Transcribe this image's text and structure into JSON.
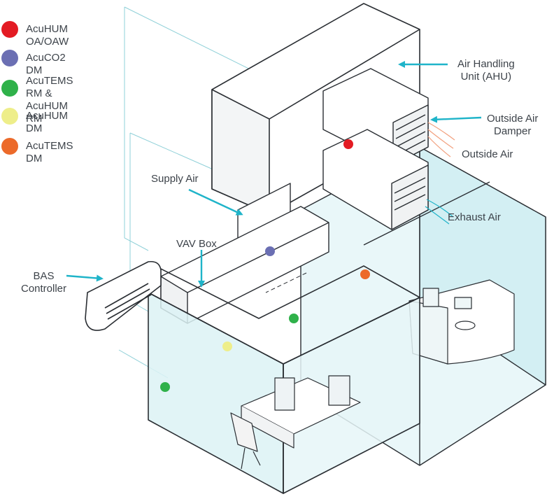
{
  "legend": [
    {
      "label": "AcuHUM OA/OAW",
      "color": "#e31b23"
    },
    {
      "label": "AcuCO2 DM",
      "color": "#6b6fb3"
    },
    {
      "label": "AcuTEMS RM &\nAcuHUM RM",
      "color": "#2fb14a"
    },
    {
      "label": "AcuHUM DM",
      "color": "#eeee8a"
    },
    {
      "label": "AcuTEMS DM",
      "color": "#ec6a2a"
    }
  ],
  "labels": {
    "ahu": "Air Handling\nUnit (AHU)",
    "outside_air_damper": "Outside Air\nDamper",
    "outside_air": "Outside Air",
    "supply_air": "Supply Air",
    "exhaust_air": "Exhaust Air",
    "vav_box": "VAV Box",
    "bas_controller": "BAS\nController"
  },
  "colors": {
    "arrow": "#1fb4c9",
    "line": "#2a2e33",
    "glass": "#d8f1f4",
    "glass_dark": "#bfe7ec"
  }
}
